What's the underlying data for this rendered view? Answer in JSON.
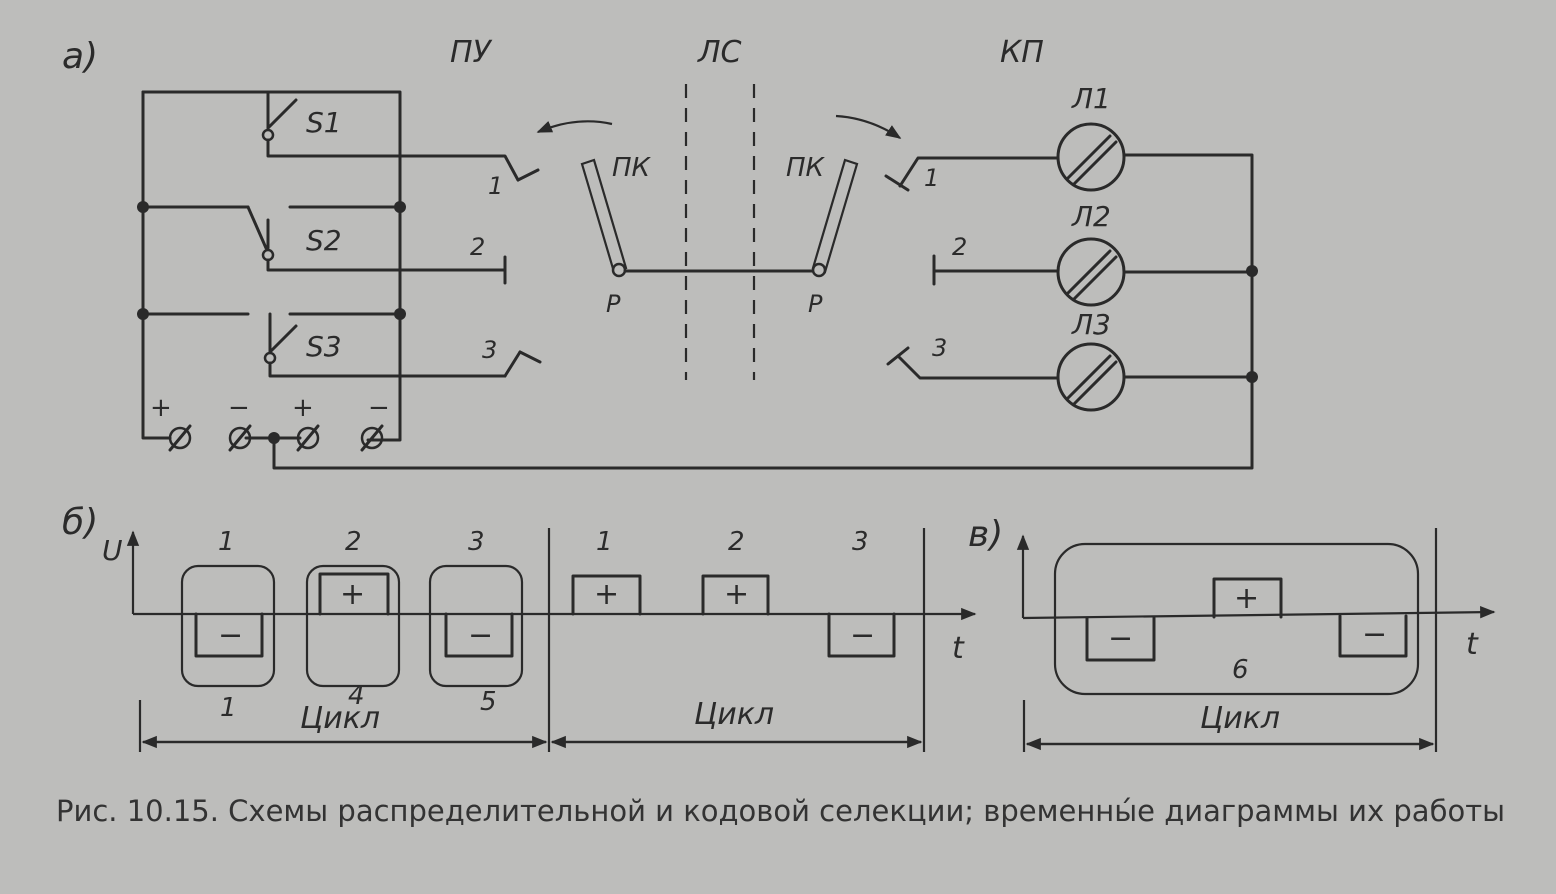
{
  "panel_a": {
    "label": "а)",
    "section_pu": "ПУ",
    "section_ls": "ЛС",
    "section_kp": "КП",
    "switches": [
      "S1",
      "S2",
      "S3"
    ],
    "commutator_label": "ПК",
    "pivot_label": "Р",
    "line_numbers": [
      "1",
      "2",
      "3"
    ],
    "lamps": [
      "Л1",
      "Л2",
      "Л3"
    ],
    "power_terminals": [
      "+",
      "−",
      "+",
      "−"
    ]
  },
  "panel_b": {
    "label": "б)",
    "axis_y": "U",
    "axis_x": "t",
    "slot_numbers": [
      "1",
      "2",
      "3",
      "1",
      "2",
      "3"
    ],
    "pulse_signs": [
      "−",
      "+",
      "−",
      "+",
      "+",
      "−"
    ],
    "group_numbers": [
      "1",
      "4",
      "5"
    ],
    "cycle_label": "Цикл"
  },
  "panel_c": {
    "label": "в)",
    "axis_x": "t",
    "pulse_signs": [
      "−",
      "+",
      "−"
    ],
    "group_number": "6",
    "cycle_label": "Цикл"
  },
  "caption": "Рис. 10.15. Схемы распределительной и кодовой селекции; временны́е диаграммы их работы"
}
